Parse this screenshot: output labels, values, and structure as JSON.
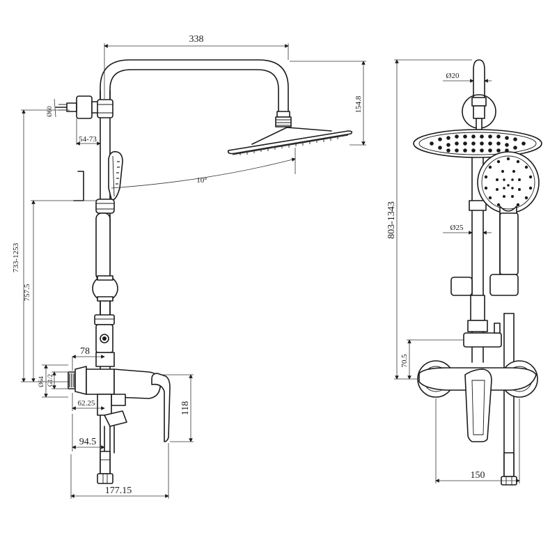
{
  "dimensions": {
    "arm_length": "338",
    "head_drop": "154.8",
    "wall_bracket_dia": "Ø60",
    "bracket_offset": "54-73",
    "tilt_angle": "10°",
    "total_height": "733-1253",
    "rail_height": "757.5",
    "inlet_distance": "78",
    "nut_dia": "Ø64",
    "thread_size": "G1/2",
    "body_depth_a": "62.25",
    "body_height": "118",
    "body_depth_b": "94.5",
    "total_depth": "177.15",
    "pipe_dia_top": "Ø20",
    "pipe_dia": "Ø25",
    "side_total_height": "803-1343",
    "side_inlet_height": "70.5",
    "centers_width": "150"
  }
}
